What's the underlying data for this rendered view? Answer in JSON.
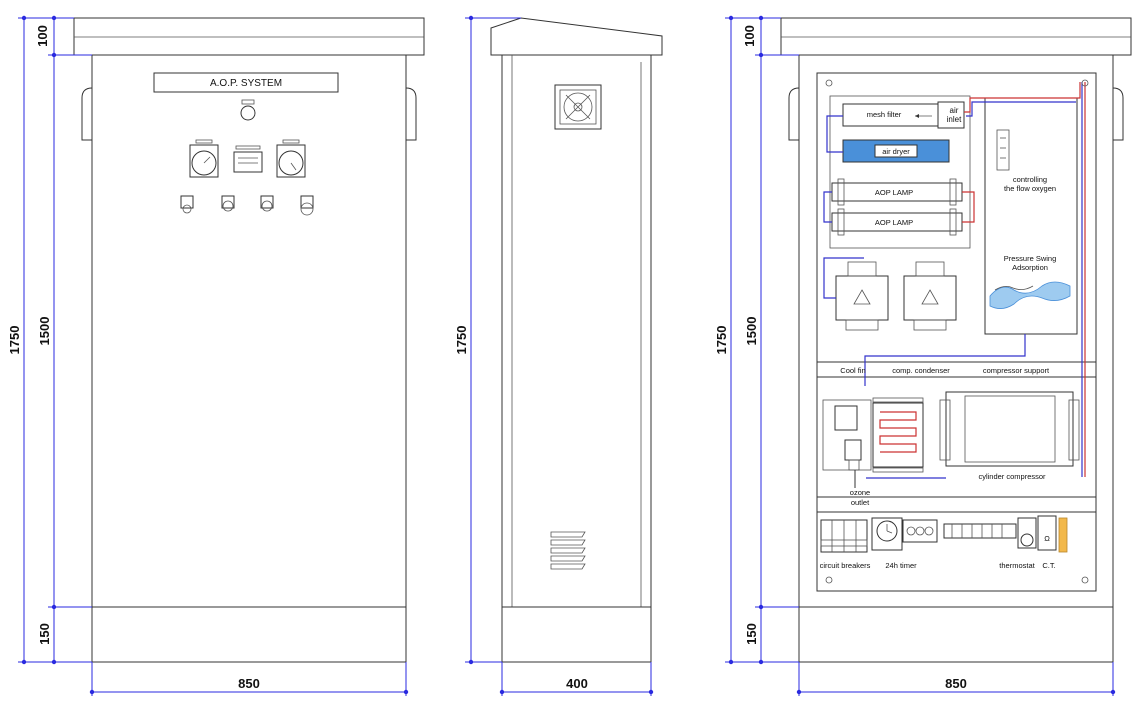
{
  "front": {
    "title": "A.O.P. SYSTEM",
    "dims": {
      "top": "100",
      "height": "1750",
      "middle": "1500",
      "bottom": "150",
      "width": "850"
    }
  },
  "side": {
    "dims": {
      "height": "1750",
      "width": "400"
    }
  },
  "interior": {
    "dims": {
      "top": "100",
      "height": "1750",
      "middle": "1500",
      "bottom": "150",
      "width": "850"
    },
    "labels": {
      "mesh_filter": "mesh filter",
      "air_inlet_1": "air",
      "air_inlet_2": "inlet",
      "air_dryer": "air dryer",
      "aop_lamp_1": "AOP LAMP",
      "aop_lamp_2": "AOP LAMP",
      "controlling_1": "controlling",
      "controlling_2": "the flow oxygen",
      "psa_1": "Pressure Swing",
      "psa_2": "Adsorption",
      "cool_fin": "Cool fin",
      "comp_condenser": "comp. condenser",
      "compressor_support": "compressor support",
      "cylinder_compressor": "cylinder compressor",
      "ozone_1": "ozone",
      "ozone_2": "outlet",
      "circuit_breakers": "circuit breakers",
      "timer": "24h timer",
      "thermostat": "thermostat",
      "ct": "C.T."
    }
  },
  "colors": {
    "dimension": "#2a2ae0",
    "pipe_red": "#cc3333",
    "pipe_blue": "#3333cc",
    "dryer": "#4a90d9"
  }
}
